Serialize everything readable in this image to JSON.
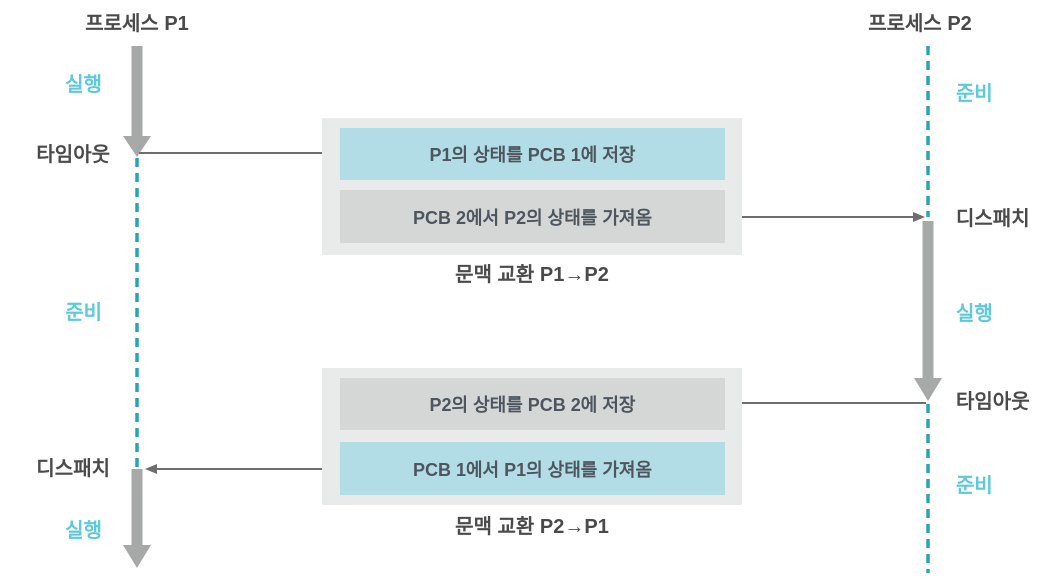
{
  "p1": {
    "title": "프로세스 P1",
    "labels": {
      "run_top": "실행",
      "timeout": "타임아웃",
      "ready": "준비",
      "dispatch": "디스패치",
      "run_bottom": "실행"
    }
  },
  "p2": {
    "title": "프로세스 P2",
    "labels": {
      "ready_top": "준비",
      "dispatch": "디스패치",
      "run": "실행",
      "timeout": "타임아웃",
      "ready_bottom": "준비"
    }
  },
  "switch1": {
    "row1": "P1의 상태를 PCB 1에 저장",
    "row2": "PCB 2에서 P2의 상태를 가져옴",
    "caption": "문맥 교환 P1→P2"
  },
  "switch2": {
    "row1": "P2의 상태를 PCB 2에 저장",
    "row2": "PCB 1에서 P1의 상태를 가져옴",
    "caption": "문맥 교환 P2→P1"
  },
  "colors": {
    "teal_dashed": "#2aa3b5",
    "cyan_text": "#5fc8da",
    "thick_arrow": "#a7a9a9",
    "thin_arrow": "#6e6e6e",
    "box_outer": "#e9ebeb",
    "row_gray": "#d5d7d7",
    "row_cyan": "#b2dde6",
    "dark_text": "#4a4a4a",
    "row_text": "#4d565e"
  }
}
